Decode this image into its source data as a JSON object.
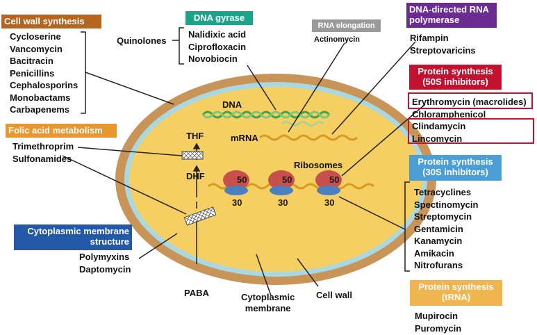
{
  "colors": {
    "cell_wall_synthesis": "#b5651d",
    "dna_gyrase": "#1aa58b",
    "rna_elongation": "#9a9a9a",
    "dna_directed_rna_polymerase": "#6a2c91",
    "protein_50s": "#c3122f",
    "folic_acid": "#e8972e",
    "protein_30s": "#4b9fd6",
    "cytoplasmic_membrane": "#2459a8",
    "protein_trna": "#f0b54f",
    "cell_wall_ring": "#c89457",
    "membrane_ring": "#a9d8e3",
    "cytoplasm": "#f6cf63",
    "highlight": "#c8102e"
  },
  "groups": {
    "cell_wall": {
      "title": "Cell wall synthesis",
      "drugs": [
        "Cycloserine",
        "Vancomycin",
        "Bacitracin",
        "Penicillins",
        "Cephalosporins",
        "Monobactams",
        "Carbapenems"
      ]
    },
    "dna_gyrase": {
      "title": "DNA gyrase",
      "lead": "Quinolones",
      "drugs": [
        "Nalidixic acid",
        "Ciprofloxacin",
        "Novobiocin"
      ]
    },
    "rna_elongation": {
      "title": "RNA elongation",
      "drugs": [
        "Actinomycin"
      ]
    },
    "rna_polymerase": {
      "title_1": "DNA-directed RNA",
      "title_2": "polymerase",
      "drugs": [
        "Rifampin",
        "Streptovaricins"
      ]
    },
    "protein_50s": {
      "title_1": "Protein synthesis",
      "title_2": "(50S inhibitors)",
      "drugs": [
        "Erythromycin (macrolides)",
        "Chloramphenicol",
        "Clindamycin",
        "Lincomycin"
      ]
    },
    "folic_acid": {
      "title": "Folic acid metabolism",
      "drugs": [
        "Trimethroprim",
        "Sulfonamides"
      ]
    },
    "protein_30s": {
      "title_1": "Protein synthesis",
      "title_2": "(30S inhibitors)",
      "drugs": [
        "Tetracyclines",
        "Spectinomycin",
        "Streptomycin",
        "Gentamicin",
        "Kanamycin",
        "Amikacin",
        "Nitrofurans"
      ]
    },
    "membrane": {
      "title_1": "Cytoplasmic membrane",
      "title_2": "structure",
      "drugs": [
        "Polymyxins",
        "Daptomycin"
      ]
    },
    "protein_trna": {
      "title_1": "Protein synthesis",
      "title_2": "(tRNA)",
      "drugs": [
        "Mupirocin",
        "Puromycin"
      ]
    }
  },
  "labels": {
    "dna": "DNA",
    "mrna": "mRNA",
    "thf": "THF",
    "dhf": "DHF",
    "ribosomes": "Ribosomes",
    "paba": "PABA",
    "cytoplasmic_membrane_1": "Cytoplasmic",
    "cytoplasmic_membrane_2": "membrane",
    "cell_wall": "Cell wall",
    "subunit_large": "50",
    "subunit_small": "30"
  }
}
